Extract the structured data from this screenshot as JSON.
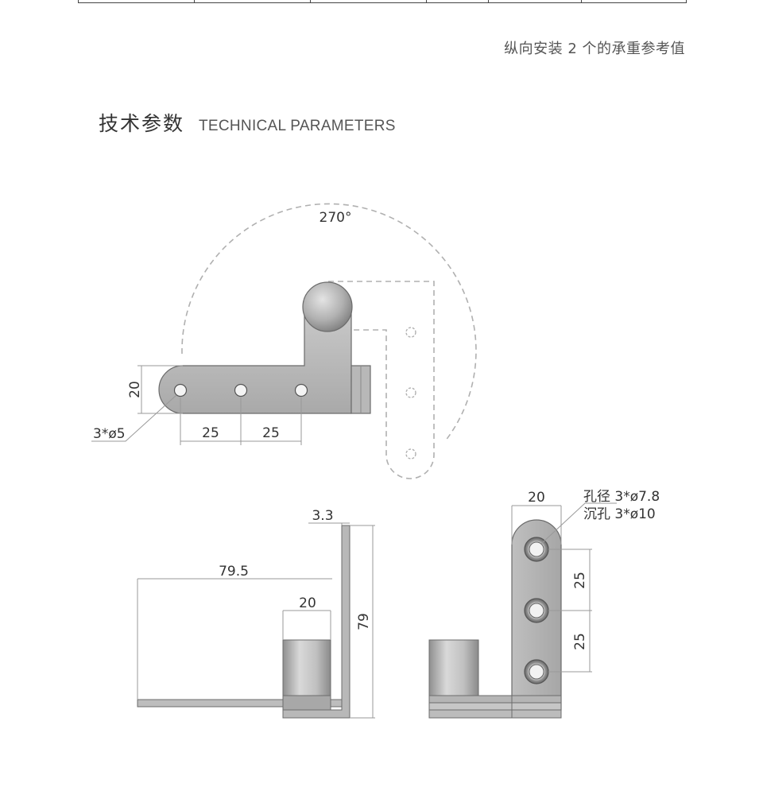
{
  "note": "纵向安装 2 个的承重参考值",
  "section": {
    "title_cn": "技术参数",
    "title_en": "TECHNICAL PARAMETERS"
  },
  "top_view": {
    "angle_label": "270°",
    "height_label": "20",
    "spacing_label_1": "25",
    "spacing_label_2": "25",
    "hole_label": "3*ø5"
  },
  "side_view": {
    "thickness_label": "3.3",
    "length_label": "79.5",
    "barrel_label": "20",
    "height_label": "79"
  },
  "front_view": {
    "width_label": "20",
    "hole_diameter_label": "孔径 3*ø7.8",
    "countersink_label": "沉孔 3*ø10",
    "spacing_label_1": "25",
    "spacing_label_2": "25"
  },
  "colors": {
    "metal_light": "#d4d4d4",
    "metal_mid": "#b4b4b4",
    "metal_dark": "#8c8c8c",
    "outline": "#555555",
    "dimension": "#999999",
    "dashed": "#b0b0b0"
  }
}
